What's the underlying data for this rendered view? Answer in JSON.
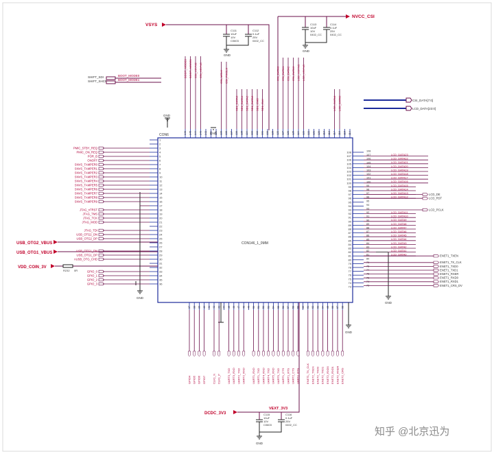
{
  "power_nets": {
    "vsys": "VSYS",
    "nvcc_csi": "NVCC_CSI",
    "usb_otg2_vbus": "USB_OTG2_VBUS",
    "usb_otg1_vbus": "USB_OTG1_VBUS",
    "vdd_coin": "VDD_COIN_3V",
    "dcdc": "DCDC_3V3",
    "vext": "VEXT_3V3"
  },
  "components": {
    "c111": {
      "ref": "C111",
      "val": "10uF",
      "v": "10V",
      "pkg": "C0603"
    },
    "c112": {
      "ref": "C112",
      "val": "0.1uF",
      "v": "25V",
      "pkg": "0402_CC"
    },
    "c113": {
      "ref": "C113",
      "val": "10uF",
      "v": "10V",
      "pkg": "0402_CC"
    },
    "c114": {
      "ref": "C114",
      "val": "0.1uF",
      "v": "25V",
      "pkg": "0402_CC"
    },
    "c115": {
      "ref": "C115",
      "val": "10uF",
      "v": "10V",
      "pkg": "C0603"
    },
    "c116": {
      "ref": "C116",
      "val": "0.1uF",
      "v": "25V",
      "pkg": "0402_CC"
    },
    "resistor": {
      "ref": "R232",
      "val": "0R"
    }
  },
  "connector": {
    "ref": "CON6",
    "name": "CON146_1_0MM"
  },
  "gnd_label": "GND",
  "shift_signals": [
    "SHIFT_SDI",
    "SHIFT_SHCP"
  ],
  "boot_signals": [
    "BOOT_MODE0",
    "BOOT_MODE1"
  ],
  "left_nets_a": [
    "PMIC_STBY_REQ",
    "PMIC_ON_REQ",
    "POR_B",
    "ONOFF",
    "SNVS_TAMPER0",
    "SNVS_TAMPER1",
    "SNVS_TAMPER2",
    "SNVS_TAMPER3",
    "SNVS_TAMPER4",
    "SNVS_TAMPER5",
    "SNVS_TAMPER6",
    "SNVS_TAMPER7",
    "SNVS_TAMPER8",
    "SNVS_TAMPER9"
  ],
  "left_nets_b": [
    "JTAG_nTRST",
    "JTAG_TMS",
    "JTAG_TCK",
    "JTAG_MOD"
  ],
  "left_nets_c": [
    "JTAG_TDI",
    "USB_OTG2_DN",
    "USB_OTG2_DP"
  ],
  "left_nets_d": [
    "USB_OTG1_DN",
    "USB_OTG1_DP",
    "nUSB_OTG_CHD"
  ],
  "left_nets_e": [
    "GPIO_0",
    "GPIO_1",
    "GPIO_2",
    "GPIO_3"
  ],
  "left_pins": [
    "1",
    "2",
    "3",
    "4",
    "5",
    "6",
    "7",
    "8",
    "9",
    "10",
    "11",
    "12",
    "13",
    "14",
    "15",
    "16",
    "17",
    "18",
    "19",
    "20",
    "21",
    "22",
    "23",
    "24",
    "25",
    "26",
    "27",
    "28",
    "29",
    "30",
    "31",
    "32",
    "33",
    "34",
    "35",
    "36"
  ],
  "right_nets_a": [
    "LCD_DATA23",
    "LCD_DATA22",
    "LCD_DATA21",
    "LCD_DATA20",
    "LCD_DATA19",
    "LCD_DATA18",
    "LCD_DATA17",
    "LCD_DATA16"
  ],
  "right_nets_b": [
    "LCD_DATA15",
    "LCD_DATA14",
    "LCD_DATA13",
    "LCD_DATA12",
    "LCD_DATA11",
    "LCD_DATA10",
    "LCD_DATA9",
    "LCD_DATA8",
    "LCD_DATA7",
    "LCD_DATA6",
    "LCD_DATA5",
    "LCD_DATA4",
    "LCD_DATA3",
    "LCD_DATA2",
    "LCD_DATA1",
    "LCD_DATA0"
  ],
  "right_ctrl": [
    "LCD_DE",
    "LCD_RST",
    "LCD_PCLK"
  ],
  "right_enet": [
    "ENET1_TXEN",
    "ENET1_TX_CLK",
    "ENET1_TXD0",
    "ENET1_TXD1",
    "ENET1_RXER",
    "ENET1_RXD0",
    "ENET1_RXD1",
    "ENET1_CRS_DV"
  ],
  "right_pins": [
    "108",
    "107",
    "106",
    "105",
    "104",
    "103",
    "102",
    "101",
    "100",
    "99",
    "98",
    "97",
    "96",
    "95",
    "94",
    "93",
    "92",
    "91",
    "90",
    "89",
    "88",
    "87",
    "86",
    "85",
    "84",
    "83",
    "82",
    "81",
    "80",
    "79",
    "78",
    "77",
    "76",
    "75",
    "74",
    "73"
  ],
  "csi_bus": [
    "CSI_DATA[7:0]",
    "LCD_DATA[23:0]"
  ],
  "top_nets_a": [
    "BOOT_MODE0",
    "BOOT_MODE1",
    "CSI_VSYNC",
    "CSI_HSYNC"
  ],
  "top_nets_b": [
    "CSI_MCLK",
    "CSI_PIXCLK"
  ],
  "top_nets_c": [
    "SD1_DATA0",
    "SD1_DATA1",
    "SD1_DATA2",
    "SD1_DATA3",
    "SD1_CMD",
    "SD1_CLK",
    "CSI_DATA0",
    "CSI_DATA1",
    "CSI_DATA2",
    "CSI_DATA3",
    "LCD_HSYNC",
    "LCD_VSYNC"
  ],
  "top_nets_d": [
    "LCD_DATA4",
    "LCD_DATA5"
  ],
  "bottom_nets_a": [
    "GPIO4",
    "GPIO5",
    "GPIO6",
    "GPIO7"
  ],
  "bottom_nets_b": [
    "CLK1_N",
    "CLK1_P"
  ],
  "bottom_nets_c": [
    "UART3_TXD",
    "UART3_RXD",
    "UART2_TXD",
    "UART2_RXD"
  ],
  "bottom_nets_d": [
    "UART1_RXD",
    "UART1_TXD",
    "UART4_RXD",
    "UART4_TXD",
    "UART5_RXD",
    "UART5_TXD",
    "UART1_CTS",
    "UART1_RTS",
    "UART2_CTS",
    "UART2_RTS"
  ],
  "bottom_nets_e": [
    "ENET1_TX_CLK",
    "ENET2_TXEN",
    "ENET2_TXD0",
    "ENET2_TXD1",
    "ENET2_RXD0",
    "ENET2_RXD1",
    "ENET2_RXER",
    "ENET2_CRS"
  ],
  "watermark": "知乎 @北京迅为",
  "colors": {
    "wire": "#6a0f4a",
    "net": "#b0003a",
    "blue": "#1a2a9a",
    "text": "#333333"
  }
}
